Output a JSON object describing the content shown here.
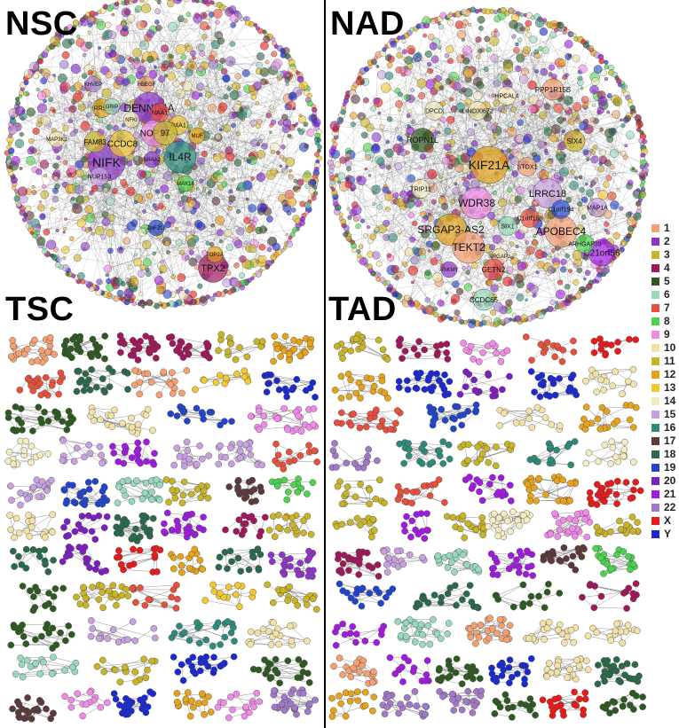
{
  "panels": {
    "nsc": {
      "title": "NSC"
    },
    "nad": {
      "title": "NAD"
    },
    "tsc": {
      "title": "TSC"
    },
    "tad": {
      "title": "TAD"
    }
  },
  "legend": [
    {
      "label": "1",
      "color": "#f4a070"
    },
    {
      "label": "2",
      "color": "#8c35c8"
    },
    {
      "label": "3",
      "color": "#c9b327"
    },
    {
      "label": "4",
      "color": "#a0185a"
    },
    {
      "label": "5",
      "color": "#2e5a22"
    },
    {
      "label": "6",
      "color": "#98d8bc"
    },
    {
      "label": "7",
      "color": "#e8503d"
    },
    {
      "label": "8",
      "color": "#4cd24c"
    },
    {
      "label": "9",
      "color": "#f08ae8"
    },
    {
      "label": "10",
      "color": "#f2e2a8"
    },
    {
      "label": "11",
      "color": "#c9b327"
    },
    {
      "label": "12",
      "color": "#e6a21a"
    },
    {
      "label": "13",
      "color": "#f2c830"
    },
    {
      "label": "14",
      "color": "#f4ecc0"
    },
    {
      "label": "15",
      "color": "#c8a0e0"
    },
    {
      "label": "16",
      "color": "#2e8a7a"
    },
    {
      "label": "17",
      "color": "#5c3a3a"
    },
    {
      "label": "18",
      "color": "#2a6a4a"
    },
    {
      "label": "19",
      "color": "#2244cc"
    },
    {
      "label": "20",
      "color": "#7c1fc0"
    },
    {
      "label": "21",
      "color": "#a01ae0"
    },
    {
      "label": "22",
      "color": "#a07ac8"
    },
    {
      "label": "X",
      "color": "#e81a1a"
    },
    {
      "label": "Y",
      "color": "#1a2ad0"
    }
  ],
  "nsc_labels": [
    {
      "text": "DENND4A",
      "size": 12,
      "color": "#8c35c8"
    },
    {
      "text": "NIFK",
      "size": 14,
      "color": "#8c35c8"
    },
    {
      "text": "IL4R",
      "size": 12,
      "color": "#2e8a7a"
    },
    {
      "text": "NOP16",
      "size": 10,
      "color": "#f08ae8"
    },
    {
      "text": "CCDC8",
      "size": 10,
      "color": "#f2c830"
    },
    {
      "text": "TPX2",
      "size": 11,
      "color": "#a0185a"
    },
    {
      "text": "FAM83",
      "size": 8,
      "color": "#c9b327"
    },
    {
      "text": "NUP153",
      "size": 7,
      "color": "#c8a0e0"
    },
    {
      "text": "RRS1",
      "size": 7,
      "color": "#e6a21a"
    },
    {
      "text": "KHVEP",
      "size": 6,
      "color": "#a07ac8"
    },
    {
      "text": "MAP3K1",
      "size": 6,
      "color": "#f2e2a8"
    },
    {
      "text": "NAA1",
      "size": 7,
      "color": "#e8503d"
    },
    {
      "text": "R4A1",
      "size": 7,
      "color": "#f2c830"
    },
    {
      "text": "HBEGF",
      "size": 6,
      "color": "#f4a070"
    },
    {
      "text": "NR4A2",
      "size": 6,
      "color": "#8c35c8"
    },
    {
      "text": "MAK16",
      "size": 6,
      "color": "#4cd24c"
    },
    {
      "text": "ZNF318",
      "size": 6,
      "color": "#2244cc"
    },
    {
      "text": "TOP2A",
      "size": 6,
      "color": "#e6a21a"
    },
    {
      "text": "GRIP",
      "size": 6,
      "color": "#98d8bc"
    },
    {
      "text": "NFKI",
      "size": 6,
      "color": "#f4ecc0"
    },
    {
      "text": "MUF",
      "size": 6,
      "color": "#e6a21a"
    },
    {
      "text": "97",
      "size": 9,
      "color": "#c9b327"
    }
  ],
  "nad_labels": [
    {
      "text": "KIF21A",
      "size": 14,
      "color": "#e6a21a"
    },
    {
      "text": "SRGAP3-AS2",
      "size": 12,
      "color": "#e6a21a"
    },
    {
      "text": "WDR38",
      "size": 12,
      "color": "#f08ae8"
    },
    {
      "text": "APOBEC4",
      "size": 12,
      "color": "#f4a070"
    },
    {
      "text": "TEKT2",
      "size": 12,
      "color": "#f4a070"
    },
    {
      "text": "LRRC18",
      "size": 11,
      "color": "#c8a0e0"
    },
    {
      "text": "C21orf58",
      "size": 10,
      "color": "#a01ae0"
    },
    {
      "text": "ROPN1L",
      "size": 9,
      "color": "#2e5a22"
    },
    {
      "text": "PPP1R15B",
      "size": 8,
      "color": "#f4a070"
    },
    {
      "text": "SIX4",
      "size": 8,
      "color": "#c9b327"
    },
    {
      "text": "CCDC65",
      "size": 8,
      "color": "#98d8bc"
    },
    {
      "text": "DPCD",
      "size": 7,
      "color": "#f4ecc0"
    },
    {
      "text": "HPCAL4",
      "size": 7,
      "color": "#f4ecc0"
    },
    {
      "text": "LINC00672",
      "size": 7,
      "color": "#f2e2a8"
    },
    {
      "text": "STOX1",
      "size": 7,
      "color": "#f4a070"
    },
    {
      "text": "TRIP11",
      "size": 7,
      "color": "#f4ecc0"
    },
    {
      "text": "C1orf194",
      "size": 7,
      "color": "#2244cc"
    },
    {
      "text": "MAP1A",
      "size": 7,
      "color": "#c8a0e0"
    },
    {
      "text": "C1orf158",
      "size": 7,
      "color": "#e8503d"
    },
    {
      "text": "SIX1",
      "size": 7,
      "color": "#98d8bc"
    },
    {
      "text": "ARHGAP39",
      "size": 7,
      "color": "#4cd24c"
    },
    {
      "text": "SRGAP3",
      "size": 6,
      "color": "#f2e2a8"
    },
    {
      "text": "ANKMY",
      "size": 6,
      "color": "#8c35c8"
    },
    {
      "text": "GETN2",
      "size": 8,
      "color": "#e8503d"
    }
  ]
}
